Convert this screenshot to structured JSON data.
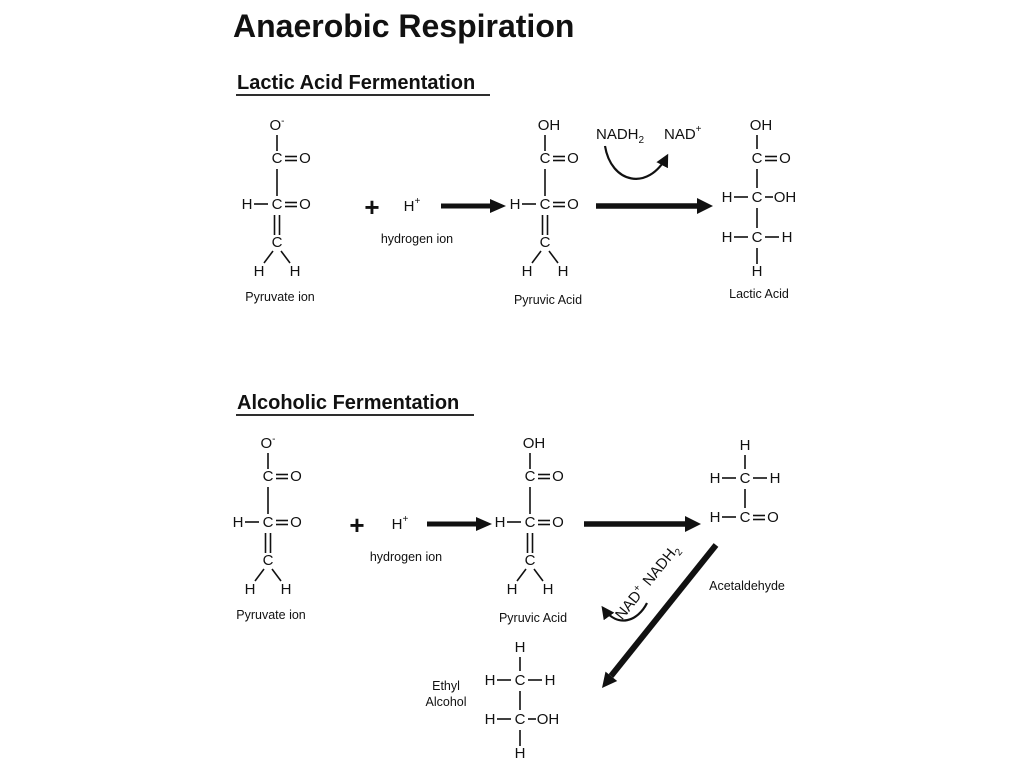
{
  "page": {
    "title": "Anaerobic Respiration"
  },
  "sections": {
    "lactic": {
      "heading": "Lactic Acid Fermentation"
    },
    "alcoholic": {
      "heading": "Alcoholic Fermentation"
    }
  },
  "symbols": {
    "C": "C",
    "H": "H",
    "O": "O",
    "OH": "OH",
    "minus": "-"
  },
  "reaction": {
    "plus": "+",
    "hydrogen": {
      "symbol": "H",
      "charge": "+",
      "caption": "hydrogen ion"
    },
    "cofactors": {
      "nadh": "NADH",
      "nadh_sub": "2",
      "nad": "NAD",
      "nad_charge": "+"
    }
  },
  "molecules": {
    "pyruvate_ion": {
      "label": "Pyruvate ion"
    },
    "pyruvic_acid": {
      "label": "Pyruvic Acid"
    },
    "lactic_acid": {
      "label": "Lactic Acid"
    },
    "acetaldehyde": {
      "label": "Acetaldehyde"
    },
    "ethyl_alcohol": {
      "line1": "Ethyl",
      "line2": "Alcohol"
    }
  }
}
